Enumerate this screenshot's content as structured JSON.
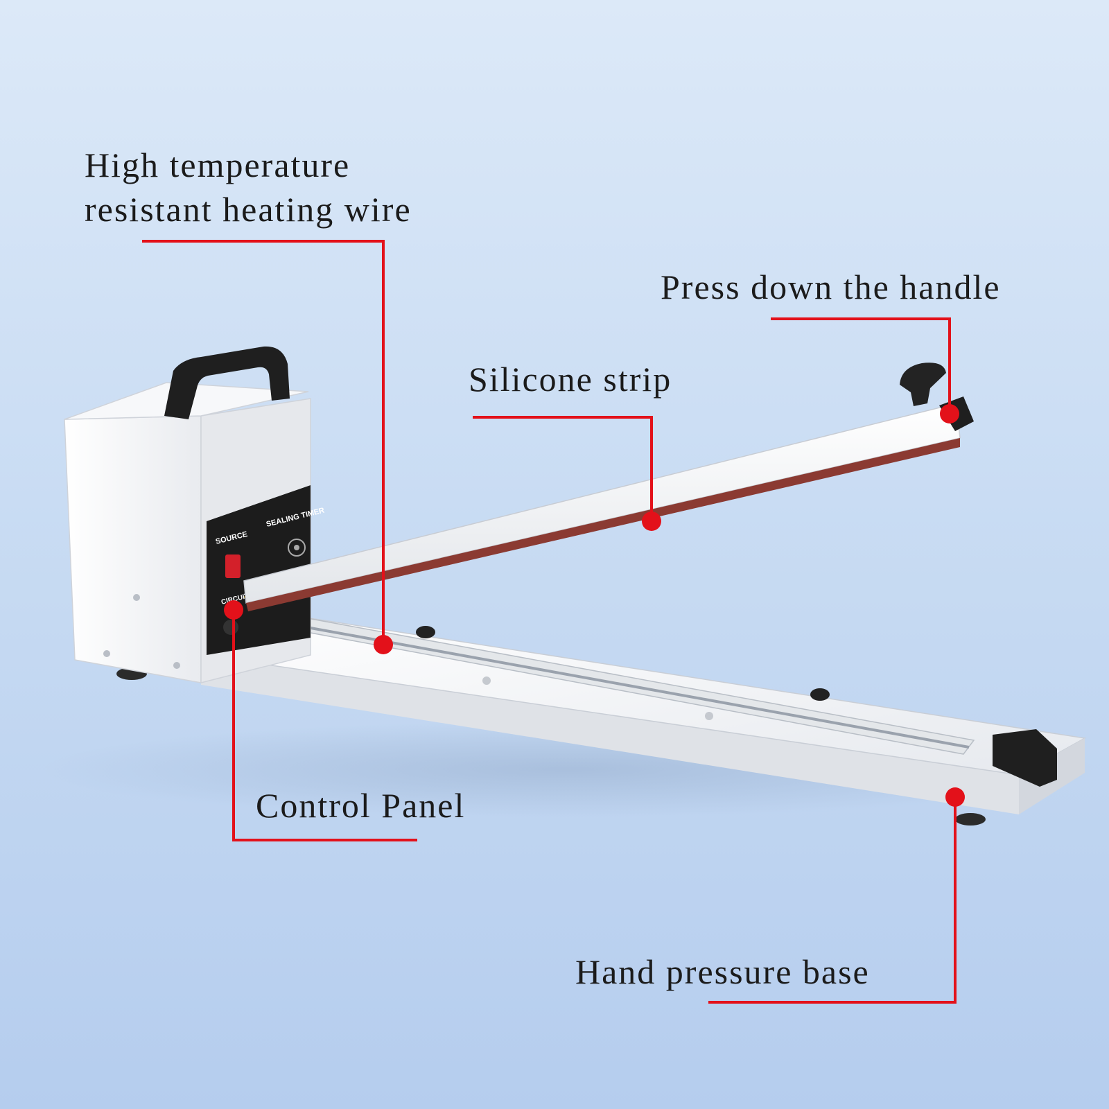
{
  "labels": {
    "heating_wire_line1": "High temperature",
    "heating_wire_line2": "resistant heating wire",
    "press_handle": "Press down the handle",
    "silicone_strip": "Silicone strip",
    "control_panel": "Control Panel",
    "hand_pressure_base": "Hand pressure base"
  },
  "panel_text": {
    "source": "SOURCE",
    "sealing_timer": "SEALING TIMER",
    "circuit": "CIRCUIT"
  },
  "colors": {
    "callout": "#e3111a",
    "body": "#f4f5f7",
    "panel": "#1c1c1c",
    "strip": "#8b3a32"
  }
}
